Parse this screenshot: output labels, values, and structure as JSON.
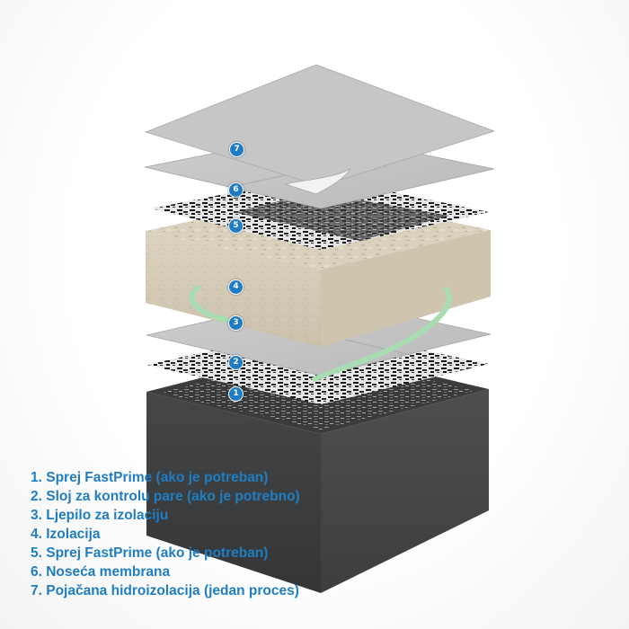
{
  "diagram": {
    "markers": [
      {
        "id": "1",
        "label": "1"
      },
      {
        "id": "2",
        "label": "2"
      },
      {
        "id": "3",
        "label": "3"
      },
      {
        "id": "4",
        "label": "4"
      },
      {
        "id": "5",
        "label": "5"
      },
      {
        "id": "6",
        "label": "6"
      },
      {
        "id": "7",
        "label": "7"
      }
    ],
    "colors": {
      "marker": "#1e7bc4",
      "legend_text": "#1f7dc2",
      "base_block": "#3d3f41",
      "insulation": "#d8cdb8",
      "membrane": "#c3c3c3",
      "top_sheet": "#c8c8c8",
      "adhesive_bead": "#a8dcb2",
      "primer_spray": "#1e1e1e"
    }
  },
  "legend": [
    "1. Sprej FastPrime (ako je potreban)",
    "2. Sloj za kontrolu pare (ako je potrebno)",
    "3. Ljepilo za izolaciju",
    "4. Izolacija",
    "5. Sprej FastPrime (ako je potreban)",
    "6. Noseća membrana",
    "7. Pojačana hidroizolacija (jedan proces)"
  ]
}
